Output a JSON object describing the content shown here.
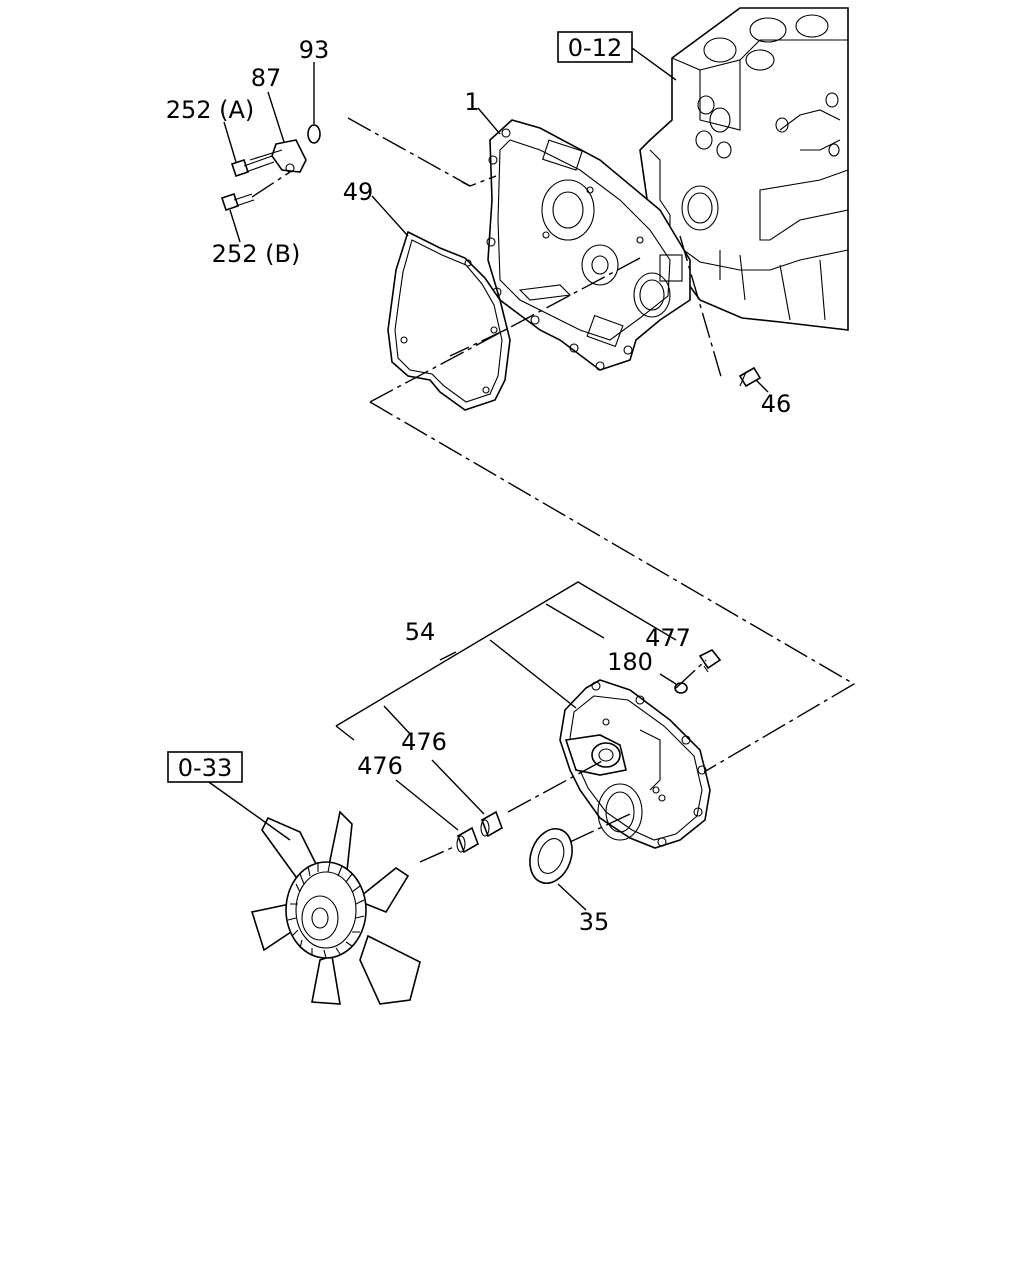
{
  "callouts": {
    "p93": "93",
    "p87": "87",
    "p252a": "252 (A)",
    "p252b": "252 (B)",
    "p1": "1",
    "p49": "49",
    "p46": "46",
    "p54": "54",
    "p477": "477",
    "p180": "180",
    "p476a": "476",
    "p476b": "476",
    "p35": "35"
  },
  "references": {
    "engine_block": "0-12",
    "fan": "0-33"
  }
}
